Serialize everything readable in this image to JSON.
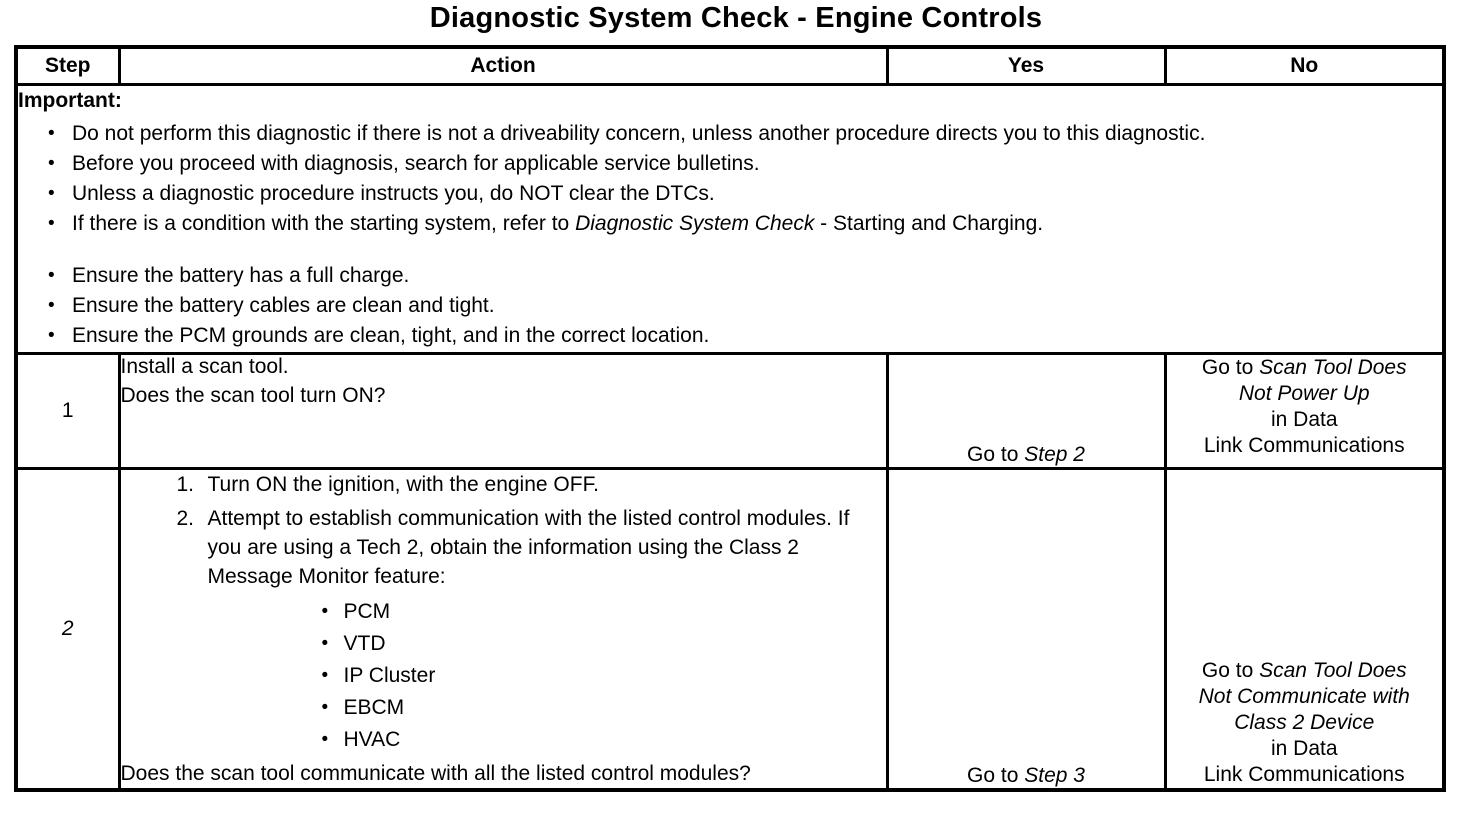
{
  "title": "Diagnostic System Check - Engine Controls",
  "table": {
    "headers": {
      "step": "Step",
      "action": "Action",
      "yes": "Yes",
      "no": "No"
    },
    "important": {
      "label": "Important:",
      "bullets_group1": [
        {
          "text": "Do not perform this diagnostic if there is not a driveability concern, unless another procedure directs you to this diagnostic."
        },
        {
          "text": "Before you proceed with diagnosis, search for applicable service bulletins."
        },
        {
          "text": "Unless a diagnostic procedure instructs you, do NOT clear the DTCs."
        },
        {
          "prefix": "If there is a condition with the starting system, refer to ",
          "italic": "Diagnostic System Check",
          "suffix": " - Starting and Charging."
        }
      ],
      "bullets_group2": [
        "Ensure the battery has a full charge.",
        "Ensure the battery cables are clean and tight.",
        "Ensure the PCM grounds are clean, tight, and in the correct location."
      ]
    },
    "rows": [
      {
        "step": "1",
        "action_line1": "Install a scan tool.",
        "action_line2": "Does the scan tool turn ON?",
        "yes": {
          "prefix": "Go to ",
          "italic": "Step 2"
        },
        "no": {
          "prefix": "Go to ",
          "italic_line1": "Scan Tool Does",
          "italic_line2": "Not Power Up",
          "line3": "in Data",
          "line4": "Link Communications"
        }
      },
      {
        "step": "2",
        "action_numbered": [
          {
            "num": "1.",
            "text": "Turn ON the ignition, with the engine OFF."
          },
          {
            "num": "2.",
            "text": "Attempt to establish communication with the listed control modules. If you are using a Tech 2, obtain the information using the Class 2 Message Monitor feature:"
          }
        ],
        "modules": [
          "PCM",
          "VTD",
          "IP Cluster",
          "EBCM",
          "HVAC"
        ],
        "question": "Does the scan tool communicate with all the listed control modules?",
        "yes": {
          "prefix": "Go to ",
          "italic": "Step 3"
        },
        "no": {
          "prefix": "Go to ",
          "italic_line1": "Scan Tool Does",
          "italic_line2": "Not Communicate with",
          "italic_line3": "Class 2 Device",
          "line4": "in Data",
          "line5": "Link Communications"
        }
      }
    ]
  }
}
